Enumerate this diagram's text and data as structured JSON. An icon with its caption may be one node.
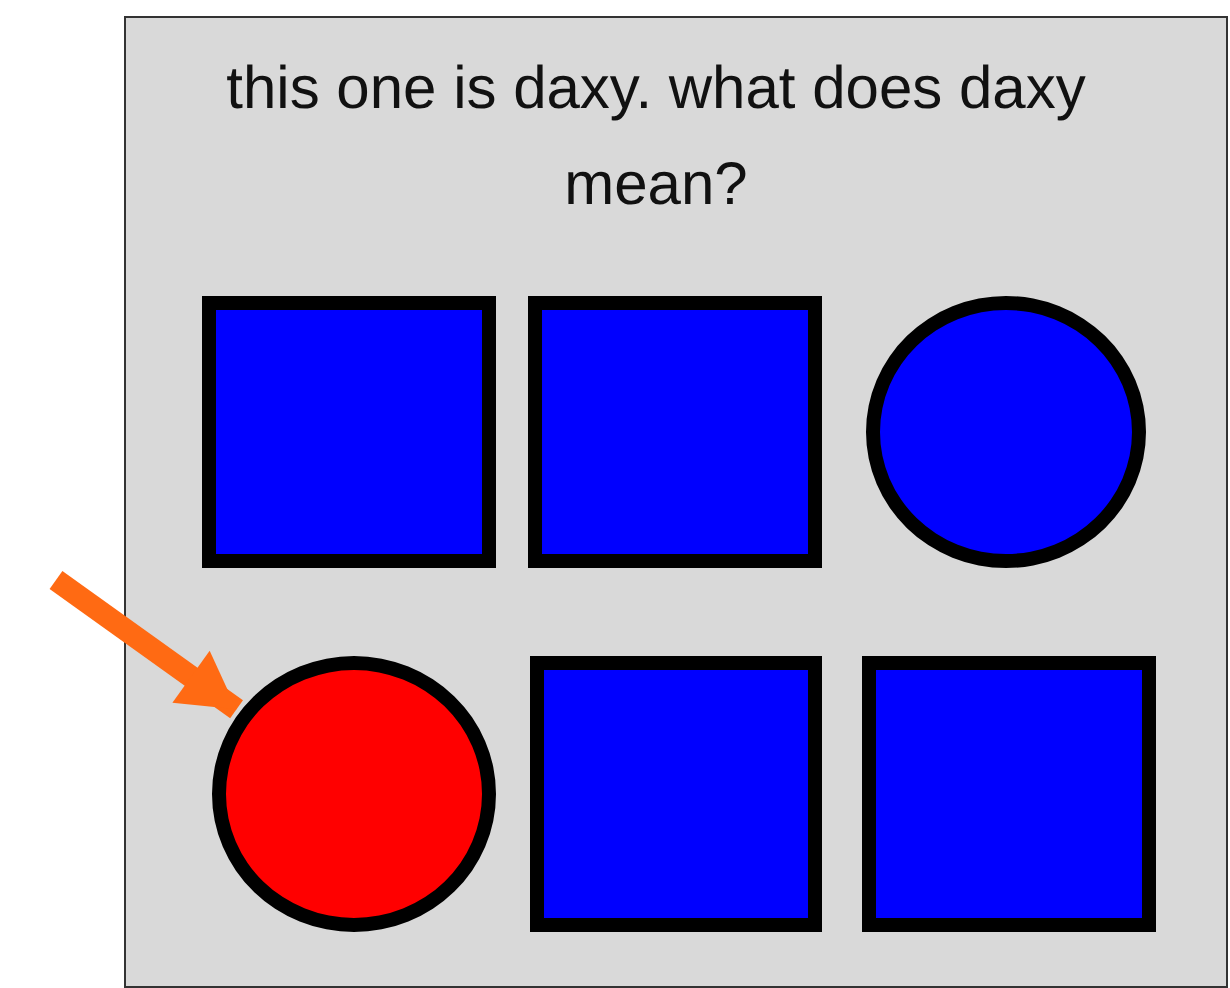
{
  "diagram": {
    "nodes": [
      {
        "text": [
          "this one is daxy. what does daxy mean?"
        ]
      },
      {
        "text": [],
        "shape": "box",
        "in": 0
      },
      {
        "text": [],
        "shape": "box",
        "in": 0
      },
      {
        "text": [],
        "shape": "circle",
        "in": 0
      },
      {
        "text": [],
        "shape": "circle",
        "in": 0
      },
      {
        "text": [],
        "shape": "box",
        "in": 0
      },
      {
        "text": [],
        "shape": "box",
        "in": 0
      }
    ],
    "edges": [
      {
        "from": null,
        "to": 4,
        "arrow": "to"
      }
    ]
  }
}
